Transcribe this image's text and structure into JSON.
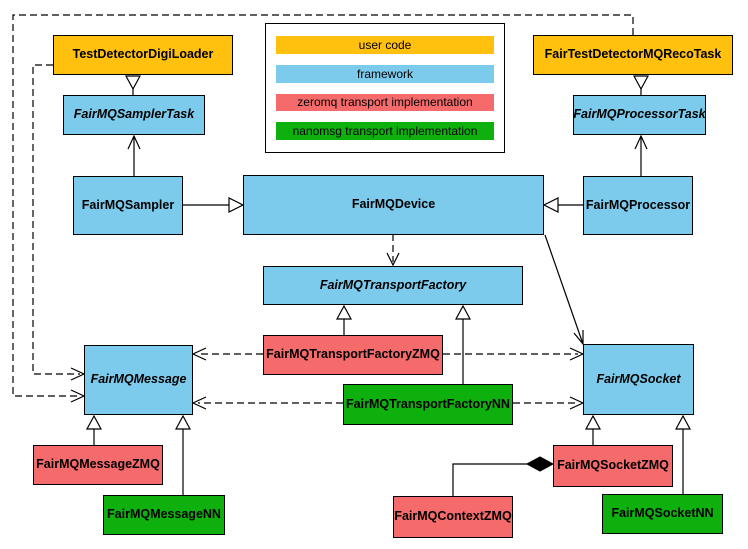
{
  "colors": {
    "user_code": "#FFC10E",
    "framework": "#7DCBEC",
    "zeromq": "#F56B6B",
    "nanomsg": "#0DB00D",
    "line": "#000000",
    "background": "#FFFFFF"
  },
  "legend": {
    "items": [
      {
        "label": "user code",
        "category": "user_code"
      },
      {
        "label": "framework",
        "category": "framework"
      },
      {
        "label": "zeromq transport implementation",
        "category": "zeromq"
      },
      {
        "label": "nanomsg transport implementation",
        "category": "nanomsg"
      }
    ]
  },
  "nodes": {
    "test_detector_digi_loader": {
      "label": "TestDetectorDigiLoader",
      "category": "user_code",
      "abstract": false
    },
    "fair_test_detector_mq_reco_task": {
      "label": "FairTestDetectorMQRecoTask",
      "category": "user_code",
      "abstract": false
    },
    "fairmq_sampler_task": {
      "label": "FairMQSamplerTask",
      "category": "framework",
      "abstract": true
    },
    "fairmq_processor_task": {
      "label": "FairMQProcessorTask",
      "category": "framework",
      "abstract": true
    },
    "fairmq_sampler": {
      "label": "FairMQSampler",
      "category": "framework",
      "abstract": false
    },
    "fairmq_device": {
      "label": "FairMQDevice",
      "category": "framework",
      "abstract": false
    },
    "fairmq_processor": {
      "label": "FairMQProcessor",
      "category": "framework",
      "abstract": false
    },
    "fairmq_transport_factory": {
      "label": "FairMQTransportFactory",
      "category": "framework",
      "abstract": true
    },
    "fairmq_message": {
      "label": "FairMQMessage",
      "category": "framework",
      "abstract": true
    },
    "fairmq_socket": {
      "label": "FairMQSocket",
      "category": "framework",
      "abstract": true
    },
    "fairmq_transport_factory_zmq": {
      "label": "FairMQTransportFactoryZMQ",
      "category": "zeromq",
      "abstract": false
    },
    "fairmq_transport_factory_nn": {
      "label": "FairMQTransportFactoryNN",
      "category": "nanomsg",
      "abstract": false
    },
    "fairmq_message_zmq": {
      "label": "FairMQMessageZMQ",
      "category": "zeromq",
      "abstract": false
    },
    "fairmq_message_nn": {
      "label": "FairMQMessageNN",
      "category": "nanomsg",
      "abstract": false
    },
    "fairmq_socket_zmq": {
      "label": "FairMQSocketZMQ",
      "category": "zeromq",
      "abstract": false
    },
    "fairmq_socket_nn": {
      "label": "FairMQSocketNN",
      "category": "nanomsg",
      "abstract": false
    },
    "fairmq_context_zmq": {
      "label": "FairMQContextZMQ",
      "category": "zeromq",
      "abstract": false
    }
  },
  "edges": [
    {
      "from": "TestDetectorDigiLoader",
      "to": "FairMQSamplerTask",
      "style": "solid",
      "head": "hollow-triangle"
    },
    {
      "from": "FairTestDetectorMQRecoTask",
      "to": "FairMQProcessorTask",
      "style": "solid",
      "head": "hollow-triangle"
    },
    {
      "from": "FairMQSampler",
      "to": "FairMQSamplerTask",
      "style": "solid",
      "head": "open-arrow"
    },
    {
      "from": "FairMQProcessor",
      "to": "FairMQProcessorTask",
      "style": "solid",
      "head": "open-arrow"
    },
    {
      "from": "FairMQSampler",
      "to": "FairMQDevice",
      "style": "solid",
      "head": "hollow-triangle"
    },
    {
      "from": "FairMQProcessor",
      "to": "FairMQDevice",
      "style": "solid",
      "head": "hollow-triangle"
    },
    {
      "from": "FairMQDevice",
      "to": "FairMQTransportFactory",
      "style": "dashed",
      "head": "open-arrow"
    },
    {
      "from": "FairMQDevice",
      "to": "FairMQSocket",
      "style": "solid",
      "head": "open-arrow"
    },
    {
      "from": "FairMQTransportFactoryZMQ",
      "to": "FairMQTransportFactory",
      "style": "solid",
      "head": "hollow-triangle"
    },
    {
      "from": "FairMQTransportFactoryNN",
      "to": "FairMQTransportFactory",
      "style": "solid",
      "head": "hollow-triangle"
    },
    {
      "from": "FairMQTransportFactoryZMQ",
      "to": "FairMQMessage",
      "style": "dashed",
      "head": "open-arrow"
    },
    {
      "from": "FairMQTransportFactoryZMQ",
      "to": "FairMQSocket",
      "style": "dashed",
      "head": "open-arrow"
    },
    {
      "from": "FairMQTransportFactoryNN",
      "to": "FairMQMessage",
      "style": "dashed",
      "head": "open-arrow"
    },
    {
      "from": "FairMQTransportFactoryNN",
      "to": "FairMQSocket",
      "style": "dashed",
      "head": "open-arrow"
    },
    {
      "from": "TestDetectorDigiLoader",
      "to": "FairMQMessage",
      "style": "dashed",
      "head": "open-arrow"
    },
    {
      "from": "FairTestDetectorMQRecoTask",
      "to": "FairMQMessage",
      "style": "dashed",
      "head": "open-arrow"
    },
    {
      "from": "FairMQMessageZMQ",
      "to": "FairMQMessage",
      "style": "solid",
      "head": "hollow-triangle"
    },
    {
      "from": "FairMQMessageNN",
      "to": "FairMQMessage",
      "style": "solid",
      "head": "hollow-triangle"
    },
    {
      "from": "FairMQSocketZMQ",
      "to": "FairMQSocket",
      "style": "solid",
      "head": "hollow-triangle"
    },
    {
      "from": "FairMQSocketNN",
      "to": "FairMQSocket",
      "style": "solid",
      "head": "hollow-triangle"
    },
    {
      "from": "FairMQContextZMQ",
      "to": "FairMQSocketZMQ",
      "style": "solid",
      "head": "filled-diamond"
    }
  ]
}
